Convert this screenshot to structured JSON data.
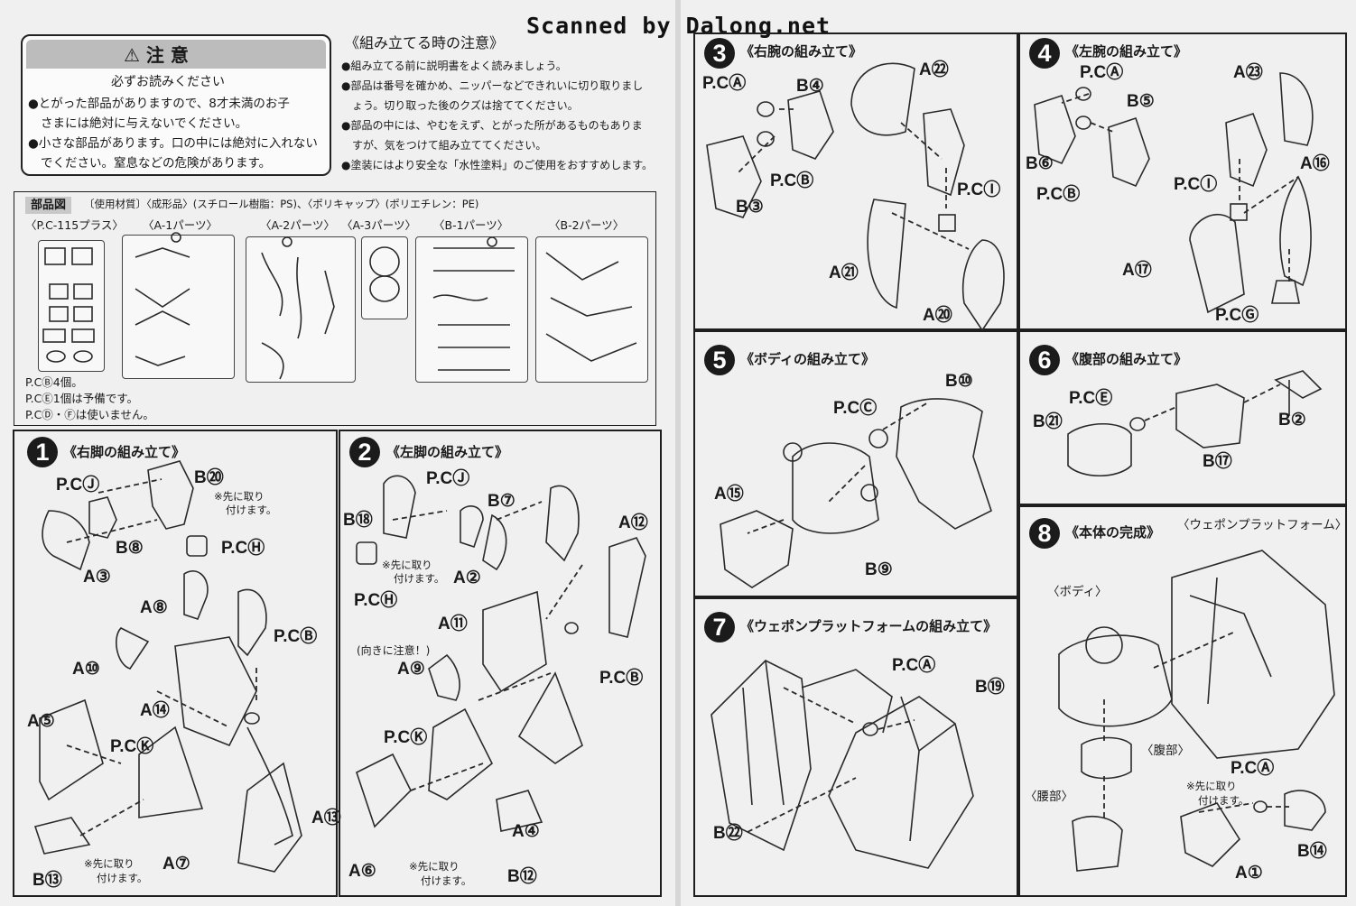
{
  "watermark": "Scanned by Dalong.net",
  "warning": {
    "title": "⚠ 注 意",
    "subtitle": "必ずお読みください",
    "items": [
      "●とがった部品がありますので、8才未満のお子",
      "さまには絶対に与えないでください。",
      "●小さな部品があります。口の中には絶対に入れない",
      "でください。窒息などの危険があります。"
    ]
  },
  "notes": {
    "title": "《組み立てる時の注意》",
    "items": [
      "●組み立てる前に説明書をよく読みましょう。",
      "●部品は番号を確かめ、ニッパーなどできれいに切り取りまし",
      "ょう。切り取った後のクズは捨ててください。",
      "●部品の中には、やむをえず、とがった所があるものもありま",
      "すが、気をつけて組み立ててください。",
      "●塗装にはより安全な「水性塗料」のご使用をおすすめします。"
    ]
  },
  "parts": {
    "badge": "部品図",
    "materials": "〔使用材質〕〈成形品〉(スチロール樹脂：PS)、〈ポリキャップ〉(ポリエチレン：PE)",
    "runners": [
      "〈P.C-115プラス〉",
      "〈A-1パーツ〉",
      "〈A-2パーツ〉",
      "〈A-3パーツ〉",
      "〈B-1パーツ〉",
      "〈B-2パーツ〉"
    ],
    "footnotes": [
      "P.CⒷ4個。",
      "P.CⒺ1個は予備です。",
      "P.CⒹ・Ⓕは使いません。"
    ]
  },
  "steps": [
    {
      "num": "1",
      "title": "《右脚の組み立て》",
      "labels": [
        "P.CⒿ",
        "B⑳",
        "B⑧",
        "A③",
        "P.CⒽ",
        "A⑧",
        "P.CⒷ",
        "A⑩",
        "A⑭",
        "A⑤",
        "P.CⓀ",
        "A⑬",
        "A⑦",
        "B⑬"
      ],
      "notes": [
        "※先に取り",
        "付けます。",
        "※先に取り",
        "付けます。"
      ]
    },
    {
      "num": "2",
      "title": "《左脚の組み立て》",
      "labels": [
        "P.CⒿ",
        "B⑱",
        "B⑦",
        "A⑫",
        "A②",
        "P.CⒽ",
        "A⑪",
        "A⑨",
        "P.CⒷ",
        "P.CⓀ",
        "A④",
        "A⑥",
        "B⑫"
      ],
      "notes": [
        "※先に取り",
        "付けます。",
        "(向きに注意！)",
        "※先に取り",
        "付けます。"
      ]
    },
    {
      "num": "3",
      "title": "《右腕の組み立て》",
      "labels": [
        "P.CⒶ",
        "B④",
        "A㉒",
        "P.CⒷ",
        "B③",
        "P.CⒾ",
        "A㉑",
        "A⑳"
      ]
    },
    {
      "num": "4",
      "title": "《左腕の組み立て》",
      "labels": [
        "P.CⒶ",
        "B⑤",
        "A㉓",
        "B⑥",
        "P.CⒷ",
        "P.CⒾ",
        "A⑯",
        "A⑰",
        "P.CⒼ"
      ]
    },
    {
      "num": "5",
      "title": "《ボディの組み立て》",
      "labels": [
        "B⑩",
        "P.CⒸ",
        "A⑮",
        "B⑨"
      ]
    },
    {
      "num": "6",
      "title": "《腹部の組み立て》",
      "labels": [
        "P.CⒺ",
        "B㉑",
        "B⑰",
        "B②"
      ]
    },
    {
      "num": "7",
      "title": "《ウェポンプラットフォームの組み立て》",
      "labels": [
        "P.CⒶ",
        "B⑲",
        "B㉒"
      ]
    },
    {
      "num": "8",
      "title": "《本体の完成》",
      "sub": [
        "〈ウェポンプラットフォーム〉",
        "〈ボディ〉",
        "〈腹部〉",
        "〈腰部〉"
      ],
      "labels": [
        "P.CⒶ",
        "B⑭",
        "A①"
      ],
      "notes": [
        "※先に取り",
        "付けます。"
      ]
    }
  ]
}
